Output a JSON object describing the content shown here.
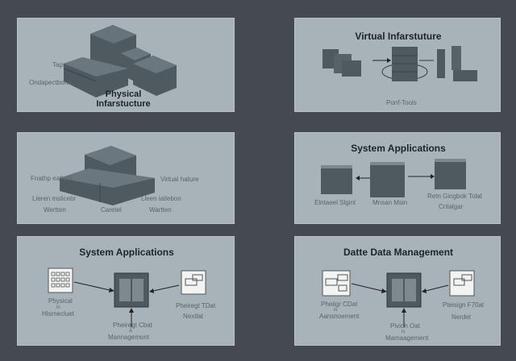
{
  "panels": [
    {
      "title": "Physical Infarstucture",
      "labels": [
        "Taps",
        "Ondapectbonn"
      ]
    },
    {
      "title": "Virtual Infarstuture",
      "labels": [
        "Ponf-Tools"
      ]
    },
    {
      "labels": [
        "Fnathp eatlon)",
        "Virtual hature",
        "Lieren mslicebr",
        "Wertten",
        "Caretel",
        "Lleen iatlebon",
        "Wartten"
      ]
    },
    {
      "title": "System Applications",
      "labels": [
        "Elntaeel Slgint",
        "Mnsan Msin",
        "Retn Gingbok Tolat",
        "Critalgar"
      ]
    },
    {
      "title": "System Applications",
      "labels": [
        "Physical",
        "in",
        "Hlsrnecluet",
        "Pheiregt Cbat",
        "&",
        "Mannagemont",
        "Pheiregt TDat",
        "Nextlat"
      ]
    },
    {
      "title": "Datte Data Management",
      "labels": [
        "Pheiigr CDat",
        "is",
        "Aansnoement",
        "Pivion Oat",
        "is",
        "Mamaagement",
        "Pteisign F70at",
        "Nerdet"
      ]
    }
  ],
  "colors": {
    "background": "#454950",
    "panel": "#a8b3b9",
    "server": "#4f5a60"
  }
}
